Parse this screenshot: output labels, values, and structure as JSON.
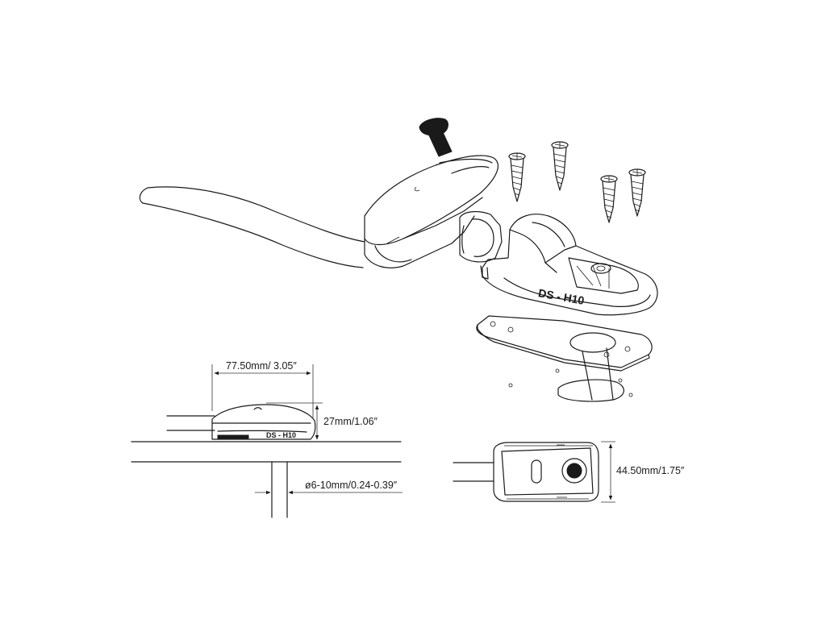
{
  "product": {
    "model_label": "DS - H10",
    "model_label_small": "DS - H10"
  },
  "dimensions": {
    "length": "77.50mm/ 3.05″",
    "height": "27mm/1.06″",
    "cable_diameter": "ø6-10mm/0.24-0.39″",
    "width": "44.50mm/1.75″"
  },
  "parts": {
    "screws_count": 4
  }
}
